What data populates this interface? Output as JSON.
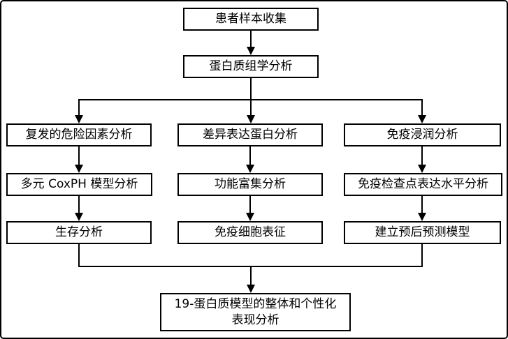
{
  "flowchart": {
    "nodes": {
      "start": "患者样本收集",
      "proteomics": "蛋白质组学分析",
      "left": [
        "复发的危险因素分析",
        "多元 CoxPH 模型分析",
        "生存分析"
      ],
      "middle": [
        "差异表达蛋白分析",
        "功能富集分析",
        "免疫细胞表征"
      ],
      "right": [
        "免疫浸润分析",
        "免疫检查点表达水平分析",
        "建立预后预测模型"
      ],
      "final_line1": "19-蛋白质模型的整体和个性化",
      "final_line2": "表现分析"
    },
    "colors": {
      "line": "#000000",
      "box_border": "#000000",
      "box_fill": "#ffffff",
      "text": "#000000",
      "background": "#ffffff"
    }
  }
}
